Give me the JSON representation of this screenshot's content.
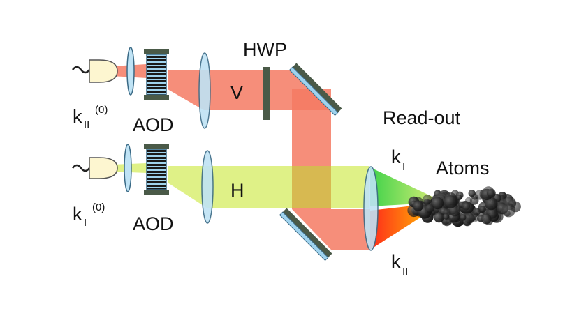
{
  "labels": {
    "hwp": "HWP",
    "v": "V",
    "h": "H",
    "readout": "Read-out",
    "atoms": "Atoms",
    "aod_top": "AOD",
    "aod_bottom": "AOD"
  },
  "inputs": {
    "top": {
      "k": "k",
      "sub": "II",
      "sup": "(0)"
    },
    "bottom": {
      "k": "k",
      "sub": "I",
      "sup": "(0)"
    }
  },
  "outputs": {
    "k1": {
      "k": "k",
      "sub": "I"
    },
    "k2": {
      "k": "k",
      "sub": "II"
    }
  },
  "colors": {
    "red_beam": "#f47a63",
    "green_beam": "#dcf07a",
    "mirror_frame": "#4a5a48",
    "mirror_glass": "#9fd3ee",
    "lens": "#bfe3f5",
    "fiber_coupler": "#fdf6d0",
    "aod_body": "#9fd3ee",
    "aod_caps": "#4a5a48",
    "atoms": "#2b2b2b"
  }
}
